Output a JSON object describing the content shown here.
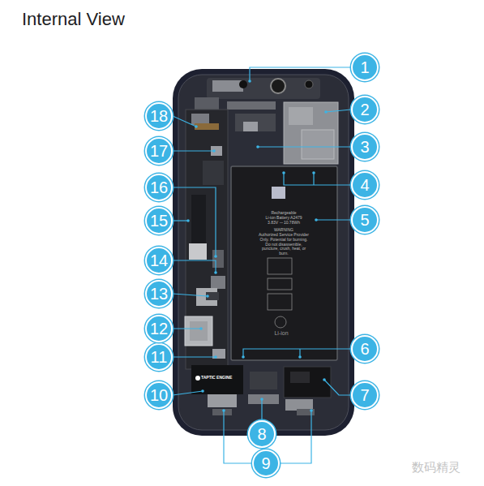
{
  "diagram": {
    "title": "Internal View",
    "nodes": [
      {
        "text": [
          "1"
        ]
      },
      {
        "text": [
          "2"
        ]
      },
      {
        "text": [
          "3"
        ]
      },
      {
        "text": [
          "4"
        ]
      },
      {
        "text": [
          "5"
        ]
      },
      {
        "text": [
          "6"
        ]
      },
      {
        "text": [
          "7"
        ]
      },
      {
        "text": [
          "8"
        ]
      },
      {
        "text": [
          "9"
        ]
      },
      {
        "text": [
          "10"
        ]
      },
      {
        "text": [
          "11"
        ]
      },
      {
        "text": [
          "12"
        ]
      },
      {
        "text": [
          "13"
        ]
      },
      {
        "text": [
          "14"
        ]
      },
      {
        "text": [
          "15"
        ]
      },
      {
        "text": [
          "16"
        ]
      },
      {
        "text": [
          "17"
        ]
      },
      {
        "text": [
          "18"
        ]
      }
    ],
    "edges": [],
    "labels": [
      "Rechargeable",
      "Li-ion Battery A2479",
      "3.83V ⎓ 10.78Wh",
      "WARNING",
      "Authorized Service Provider Only. Potential for burning. Do not disassemble, puncture, crush, heat, or burn.",
      "Li-ion",
      "TAPTIC ENGINE",
      "数码精灵"
    ]
  }
}
